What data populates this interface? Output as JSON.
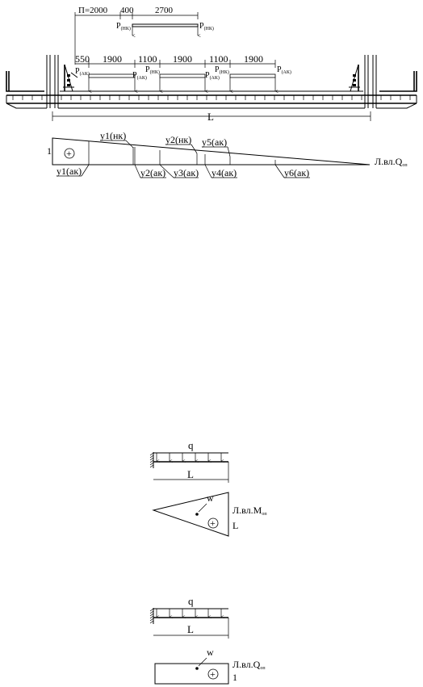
{
  "top_dims": {
    "span_label": "П=2000",
    "d400": "400",
    "d2700": "2700"
  },
  "nk_loads": {
    "left": "P",
    "left_sub": "(НК)",
    "right": "P",
    "right_sub": "(НК)"
  },
  "ak_dims": [
    "550",
    "1900",
    "1100",
    "1900",
    "1100",
    "1900"
  ],
  "ak_loads": [
    {
      "p": "P",
      "sub": "(АК)"
    },
    {
      "p": "P",
      "sub": "(АК)"
    },
    {
      "p": "P",
      "sub": "(НК)"
    },
    {
      "p": "P",
      "sub": "(АК)"
    },
    {
      "p": "P",
      "sub": "(НК)"
    },
    {
      "p": "P",
      "sub": "(АК)"
    }
  ],
  "span_L": "L",
  "influence_line_Q": {
    "one": "1",
    "plus": "+",
    "title": "Л.вл.Q",
    "title_sub": "оп",
    "ordinates": {
      "y1nk": "y1(нк)",
      "y2nk": "y2(нк)",
      "y5ak": "y5(ак)",
      "y1ak": "y1(ак)",
      "y2ak": "y2(ак)",
      "y3ak": "y3(ак)",
      "y4ak": "y4(ак)",
      "y6ak": "y6(ак)"
    }
  },
  "beam1": {
    "q": "q",
    "L": "L"
  },
  "influence_line_M": {
    "w": "w",
    "title": "Л.вл.М",
    "title_sub": "оп",
    "plus": "+",
    "L": "L"
  },
  "beam2": {
    "q": "q",
    "L": "L"
  },
  "influence_line_Q2": {
    "w": "w",
    "title": "Л.вл.Q",
    "title_sub": "оп",
    "plus": "+",
    "one": "1"
  }
}
